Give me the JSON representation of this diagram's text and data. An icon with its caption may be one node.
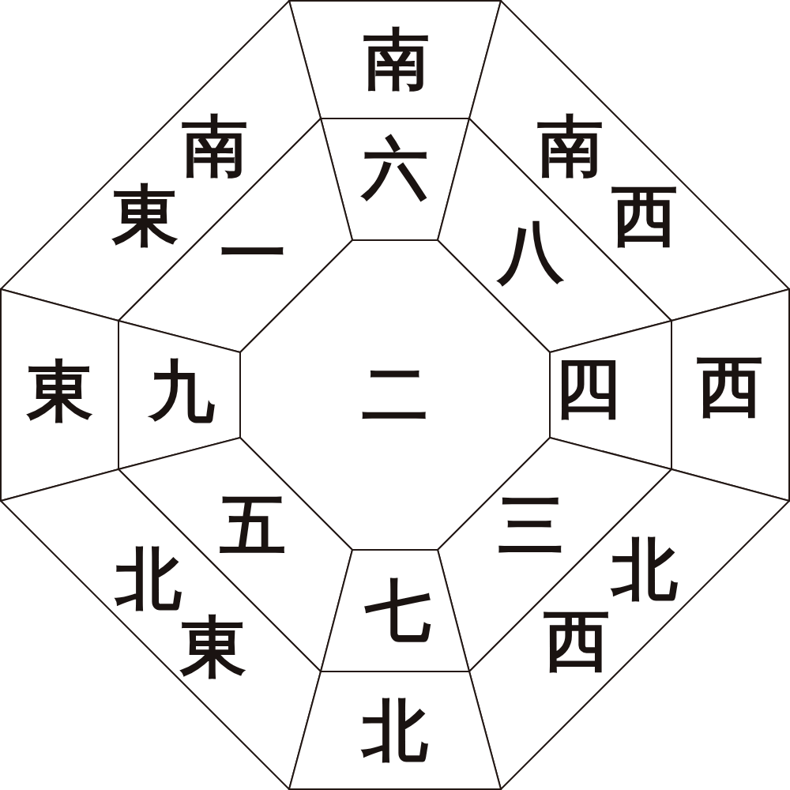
{
  "diagram": {
    "nodes": [
      {
        "text": [
          "南"
        ]
      },
      {
        "text": [
          "南東"
        ]
      },
      {
        "text": [
          "六"
        ]
      },
      {
        "text": [
          "南西"
        ]
      },
      {
        "text": [
          "一"
        ]
      },
      {
        "text": [
          "八"
        ]
      },
      {
        "text": [
          "東"
        ]
      },
      {
        "text": [
          "九"
        ]
      },
      {
        "text": [
          "二"
        ]
      },
      {
        "text": [
          "四"
        ]
      },
      {
        "text": [
          "西"
        ]
      },
      {
        "text": [
          "五"
        ]
      },
      {
        "text": [
          "三"
        ]
      },
      {
        "text": [
          "北東"
        ]
      },
      {
        "text": [
          "七"
        ]
      },
      {
        "text": [
          "北西"
        ]
      },
      {
        "text": [
          "北"
        ]
      }
    ]
  }
}
